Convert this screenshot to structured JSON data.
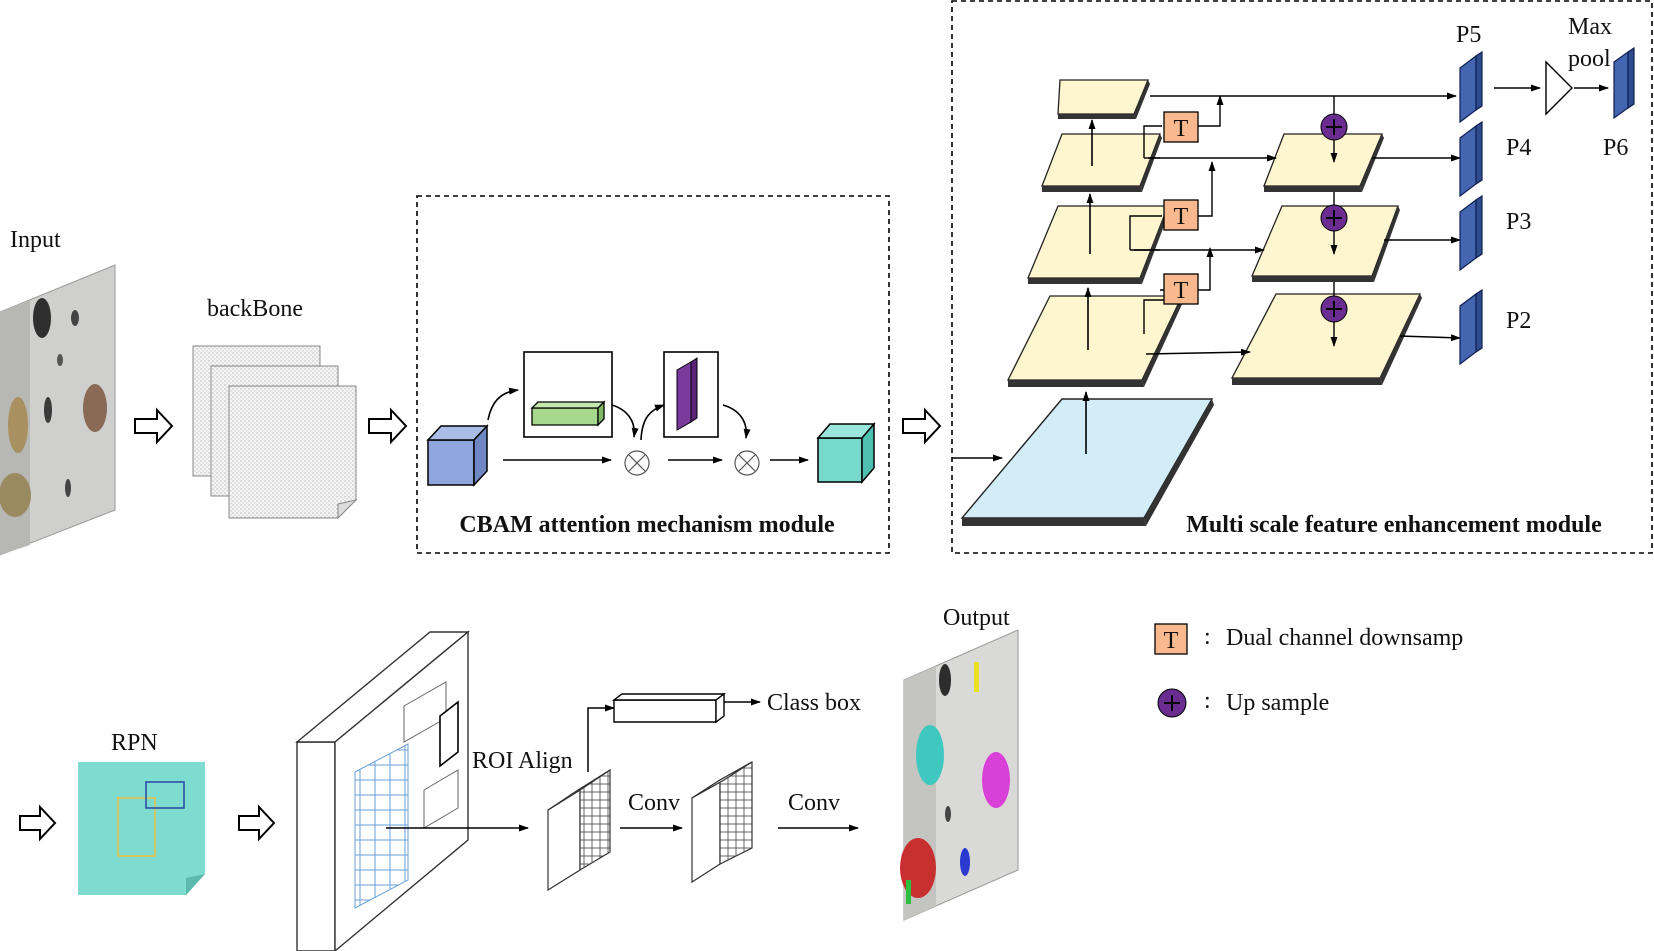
{
  "labels": {
    "input": "Input",
    "backbone": "backBone",
    "cbam_title": "CBAM attention mechanism module",
    "msfe_title": "Multi scale feature enhancement module",
    "p5": "P5",
    "p4": "P4",
    "p3": "P3",
    "p2": "P2",
    "p6": "P6",
    "max_pool_line1": "Max",
    "max_pool_line2": "pool",
    "t_symbol": "T",
    "rpn": "RPN",
    "roi_align": "ROI Align",
    "conv_1": "Conv",
    "conv_2": "Conv",
    "class_box": "Class box",
    "output": "Output"
  },
  "legend": {
    "t_symbol": "T",
    "colon": ":",
    "downsample": "Dual channel downsamp",
    "upsample": "Up sample"
  },
  "colors": {
    "feature_map": "#fdf6cf",
    "base_map": "#d2ecf8",
    "t_box": "#f7b98d",
    "up_sample": "#6a2c91",
    "p_block": "#4466b0",
    "cbam_input_cube": "#8fa6dc",
    "cbam_output_cube": "#76d9cc",
    "channel_bar": "#a7d98c",
    "spatial_bar": "#7a3a9e",
    "rpn_map": "#7ddbcf",
    "grid": "#6a9fd9"
  }
}
